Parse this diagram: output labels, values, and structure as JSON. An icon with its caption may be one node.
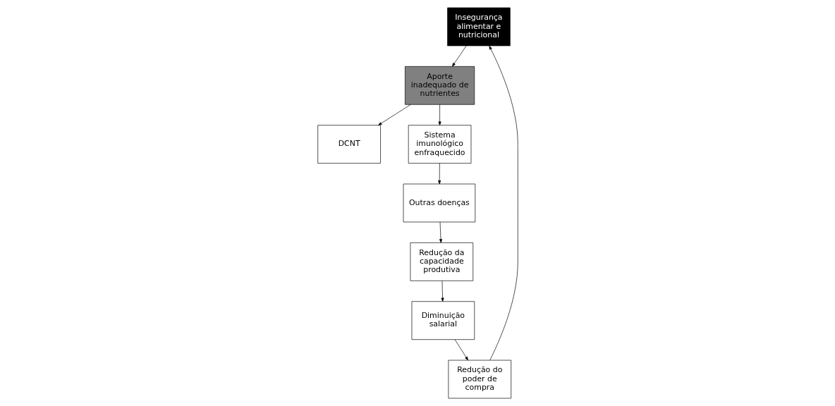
{
  "diagram": {
    "nodes": [
      {
        "text": [
          "Insegurança alimentar e nutricional"
        ]
      },
      {
        "text": [
          "Aporte inadequado de nutrientes"
        ]
      },
      {
        "text": [
          "Redução do poder de compra"
        ]
      },
      {
        "text": [
          "DCNT"
        ]
      },
      {
        "text": [
          "Sistema imunológico enfraquecido"
        ]
      },
      {
        "text": [
          "Outras doenças"
        ]
      },
      {
        "text": [
          "Redução da capacidade produtiva"
        ]
      },
      {
        "text": [
          "Diminuição salarial"
        ]
      }
    ],
    "edges": [
      {
        "from": 2,
        "to": 0,
        "arrow": "to"
      },
      {
        "from": 0,
        "to": 1,
        "arrow": "to"
      },
      {
        "from": 1,
        "to": 3,
        "arrow": "to"
      },
      {
        "from": 1,
        "to": 4,
        "arrow": "to"
      },
      {
        "from": 4,
        "to": 5,
        "arrow": "to"
      },
      {
        "from": 5,
        "to": 6,
        "arrow": "to"
      },
      {
        "from": 6,
        "to": 7,
        "arrow": "to"
      },
      {
        "from": 7,
        "to": 2,
        "arrow": "to"
      }
    ]
  }
}
